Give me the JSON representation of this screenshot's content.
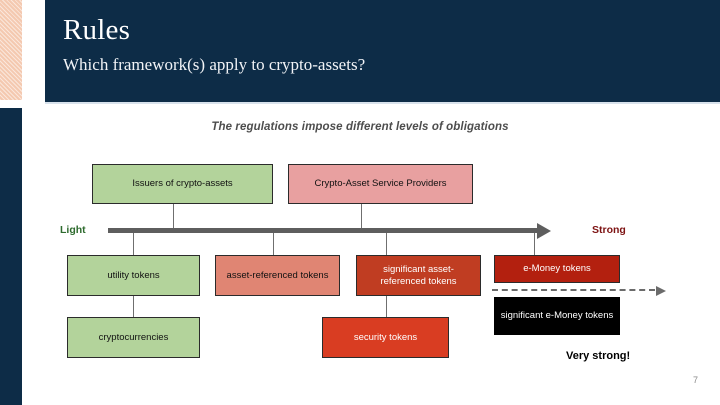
{
  "header": {
    "title": "Rules",
    "subtitle": "Which framework(s) apply to crypto-assets?",
    "bg_color": "#0d2c47"
  },
  "decor": {
    "hatch_color": "#f4c9b0",
    "left_bar_color": "#0d2c47"
  },
  "diagram": {
    "caption": "The regulations impose different levels of obligations",
    "scale": {
      "left_label": "Light",
      "left_label_color": "#2e6b2e",
      "right_label": "Strong",
      "right_label_color": "#7d1212",
      "arrow_color": "#5e5e5e"
    },
    "very_strong_label": "Very strong!",
    "tier1": [
      {
        "label": "Issuers of crypto-assets",
        "color": "#b3d39b"
      },
      {
        "label": "Crypto-Asset Service Providers",
        "color": "#e8a0a0"
      }
    ],
    "tier2": [
      {
        "label": "utility tokens",
        "color": "#b3d39b"
      },
      {
        "label": "asset-referenced tokens",
        "color": "#e08573"
      },
      {
        "label": "significant asset-referenced tokens",
        "color": "#c03d22"
      },
      {
        "label": "e-Money tokens",
        "color": "#b3200f"
      }
    ],
    "tier3": [
      {
        "label": "cryptocurrencies",
        "color": "#b3d39b"
      },
      {
        "label": "security tokens",
        "color": "#d93d22"
      },
      {
        "label": "significant e-Money tokens",
        "color": "#000000"
      }
    ]
  },
  "footer": {
    "page_number": "7"
  }
}
